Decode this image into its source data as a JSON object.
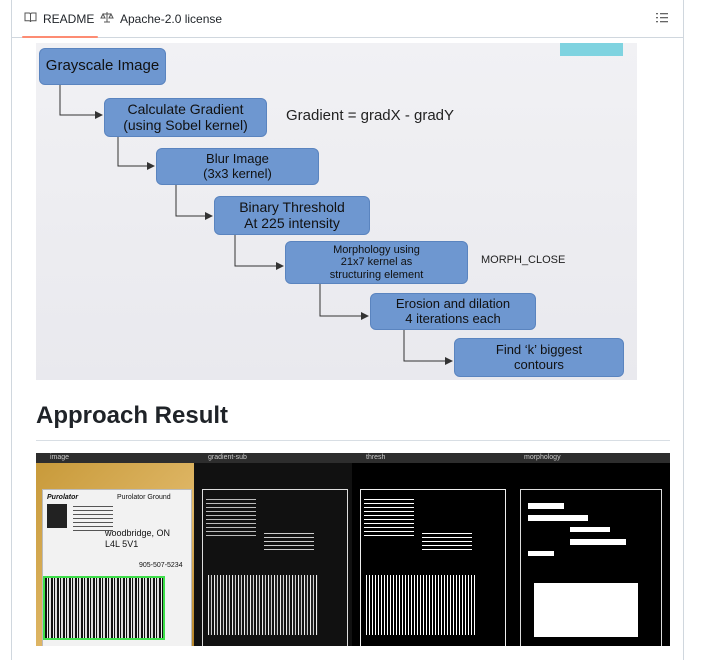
{
  "tabs": [
    {
      "label": "README",
      "icon": "book-icon"
    },
    {
      "label": "Apache-2.0 license",
      "icon": "scale-icon"
    }
  ],
  "diagram": {
    "nodes": [
      {
        "id": "grayscale",
        "text": "Grayscale Image"
      },
      {
        "id": "gradient",
        "text": "Calculate Gradient\n(using Sobel kernel)"
      },
      {
        "id": "blur",
        "text": "Blur Image\n(3x3 kernel)"
      },
      {
        "id": "threshold",
        "text": "Binary Threshold\nAt 225 intensity"
      },
      {
        "id": "morphology",
        "text": "Morphology using\n21x7 kernel as\nstructuring element"
      },
      {
        "id": "erosion",
        "text": "Erosion and dilation\n4 iterations each"
      },
      {
        "id": "contours",
        "text": "Find ‘k’ biggest\ncontours"
      }
    ],
    "notes": {
      "gradient": "Gradient = gradX - gradY",
      "morph": "MORPH_CLOSE"
    }
  },
  "section": {
    "title": "Approach Result"
  },
  "result": {
    "windows": [
      {
        "title": "image"
      },
      {
        "title": "gradient-sub"
      },
      {
        "title": "thresh"
      },
      {
        "title": "morphology"
      }
    ],
    "label": {
      "brand": "Purolator",
      "service": "Purolator Ground",
      "city": "woodbridge, ON",
      "postal": "L4L 5V1",
      "phone": "905-507-5234"
    }
  }
}
